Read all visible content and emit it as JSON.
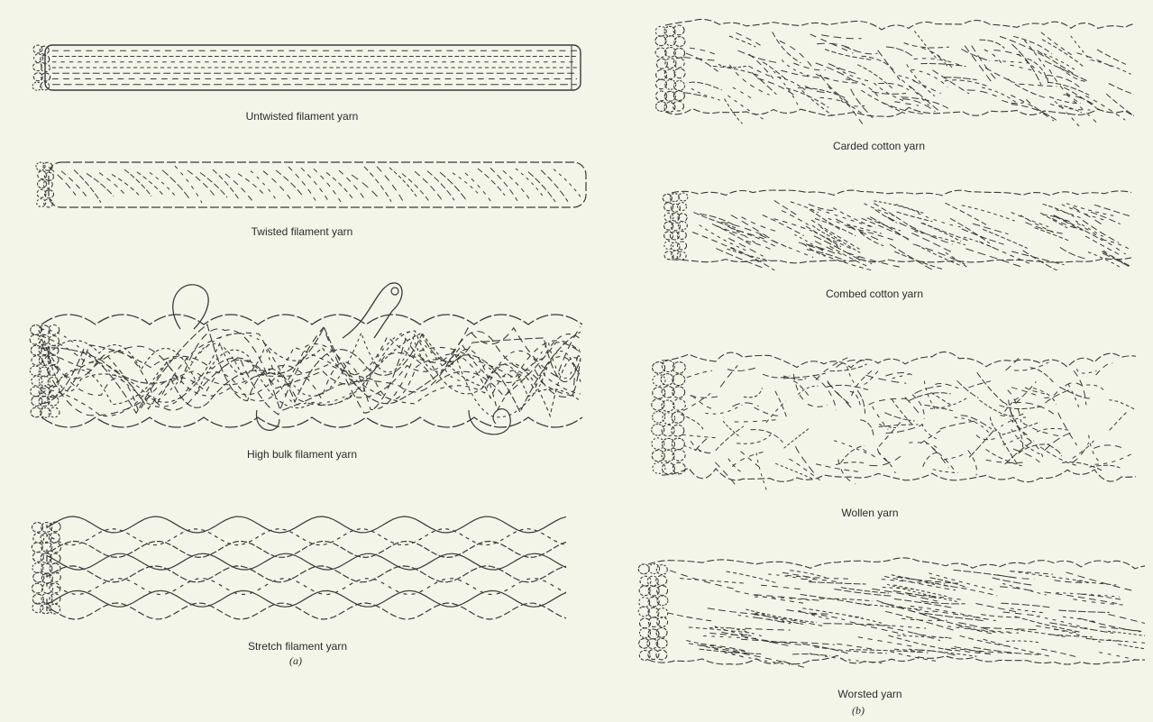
{
  "panels": {
    "a": {
      "label": "(a)",
      "yarns": [
        {
          "caption": "Untwisted filament yarn",
          "style": "straight"
        },
        {
          "caption": "Twisted filament yarn",
          "style": "twisted"
        },
        {
          "caption": "High bulk filament yarn",
          "style": "bulk"
        },
        {
          "caption": "Stretch filament yarn",
          "style": "stretch"
        }
      ]
    },
    "b": {
      "label": "(b)",
      "yarns": [
        {
          "caption": "Carded cotton yarn",
          "style": "carded"
        },
        {
          "caption": "Combed cotton yarn",
          "style": "combed"
        },
        {
          "caption": "Wollen yarn",
          "style": "woollen"
        },
        {
          "caption": "Worsted yarn",
          "style": "worsted"
        }
      ]
    }
  },
  "colors": {
    "ink": "#3a3a3a",
    "paper": "#f4f5e9"
  }
}
